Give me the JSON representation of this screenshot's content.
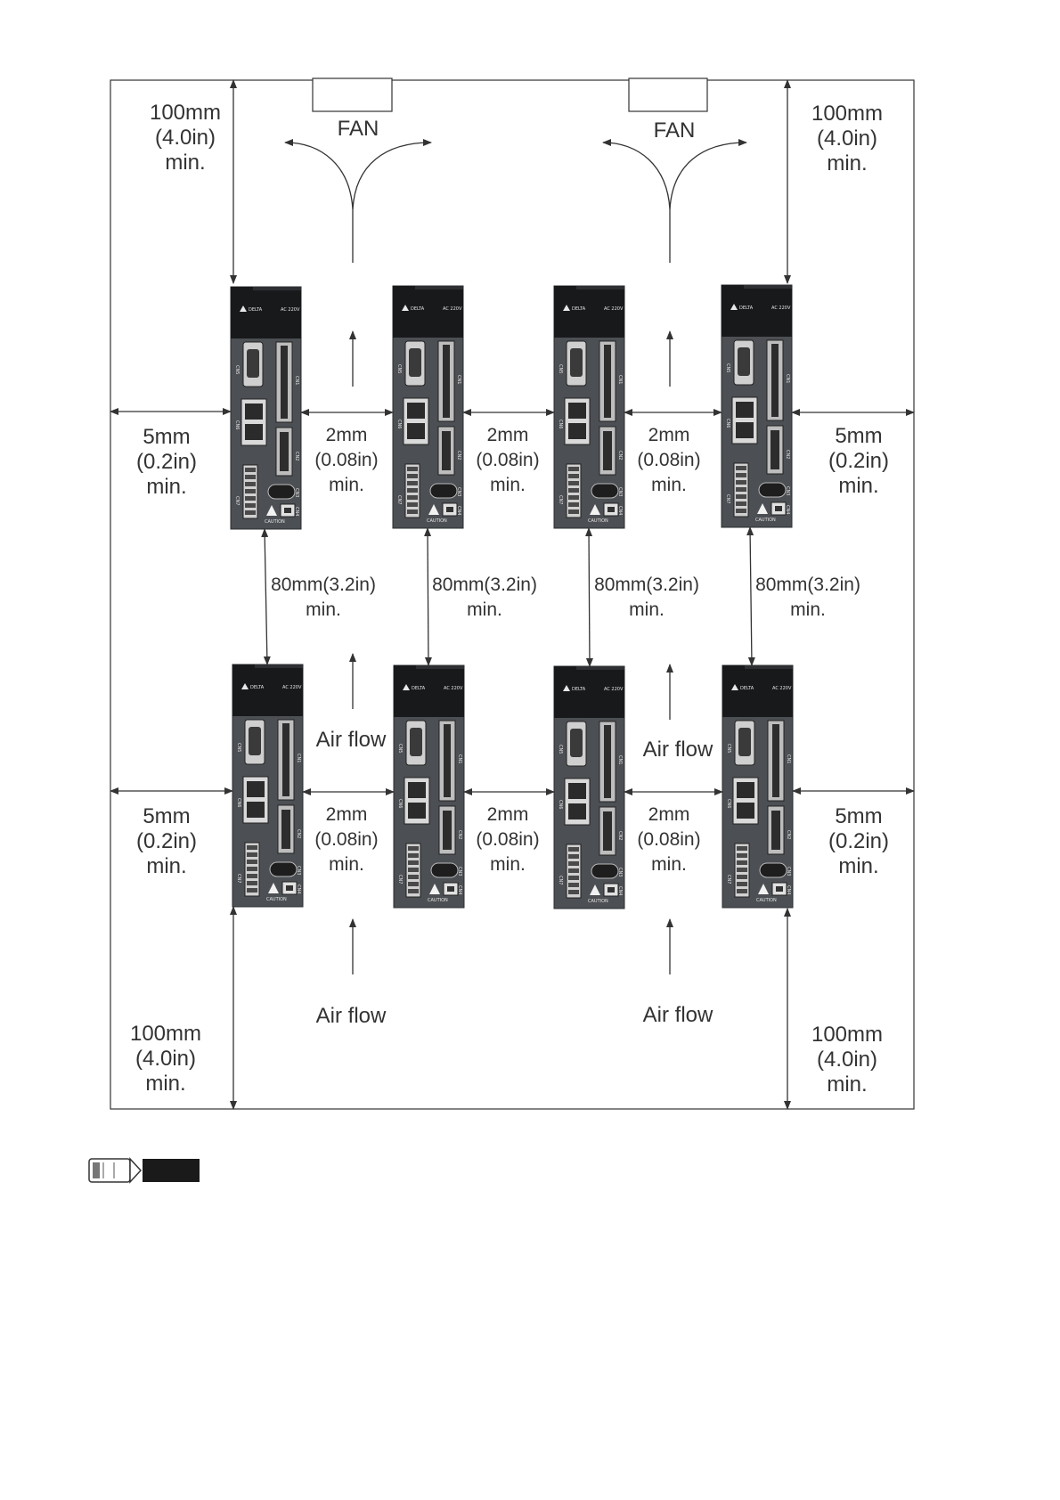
{
  "top_clearance": [
    "100mm",
    "(4.0in)",
    "min."
  ],
  "bottom_clearance": [
    "100mm",
    "(4.0in)",
    "min."
  ],
  "side_clearance": [
    "5mm",
    "(0.2in)",
    "min."
  ],
  "gap_clearance": [
    "2mm",
    "(0.08in)",
    "min."
  ],
  "row_clearance": [
    "80mm(3.2in)",
    "min."
  ],
  "fan_label": "FAN",
  "airflow_label": "Air flow",
  "drive": {
    "brand": "DELTA",
    "voltage": "AC 220V",
    "connectors": [
      "CN5",
      "CN6",
      "CN1",
      "CN2",
      "CN3",
      "CN4",
      "CN7"
    ],
    "caution": "CAUTION"
  },
  "colors": {
    "line": "#333333",
    "drive_body": "#4c4f53",
    "drive_top": "#18191b",
    "text": "#333333"
  }
}
